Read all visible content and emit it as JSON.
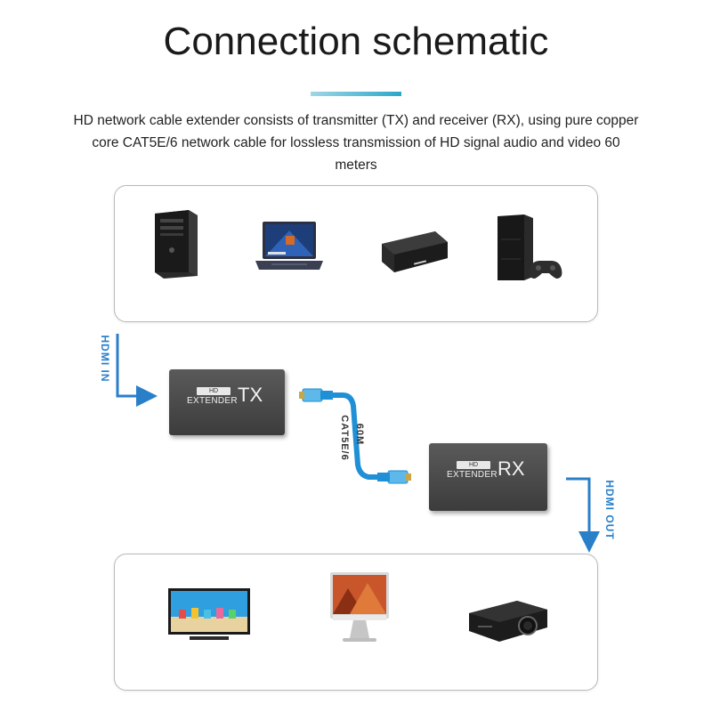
{
  "header": {
    "title": "Connection schematic",
    "description": "HD network cable extender consists of transmitter (TX) and receiver (RX), using pure copper core CAT5E/6 network cable for lossless transmission of HD signal audio and video 60 meters",
    "accent_color": "#2aa7c9"
  },
  "sources": {
    "devices": [
      {
        "icon": "desktop-pc-icon"
      },
      {
        "icon": "laptop-icon"
      },
      {
        "icon": "set-top-box-icon"
      },
      {
        "icon": "game-console-icon"
      }
    ]
  },
  "transmitter": {
    "badge": "HD",
    "brand": "EXTENDER",
    "code": "TX"
  },
  "receiver": {
    "badge": "HD",
    "brand": "EXTENDER",
    "code": "RX"
  },
  "links": {
    "input": "HDMI IN",
    "output": "HDMI OUT",
    "cable_type": "CAT5E/6",
    "distance": "60M",
    "arrow_color": "#2a7fc9",
    "cable_color": "#1f8fd6"
  },
  "displays": {
    "devices": [
      {
        "icon": "tv-icon"
      },
      {
        "icon": "monitor-icon"
      },
      {
        "icon": "projector-icon"
      }
    ]
  }
}
